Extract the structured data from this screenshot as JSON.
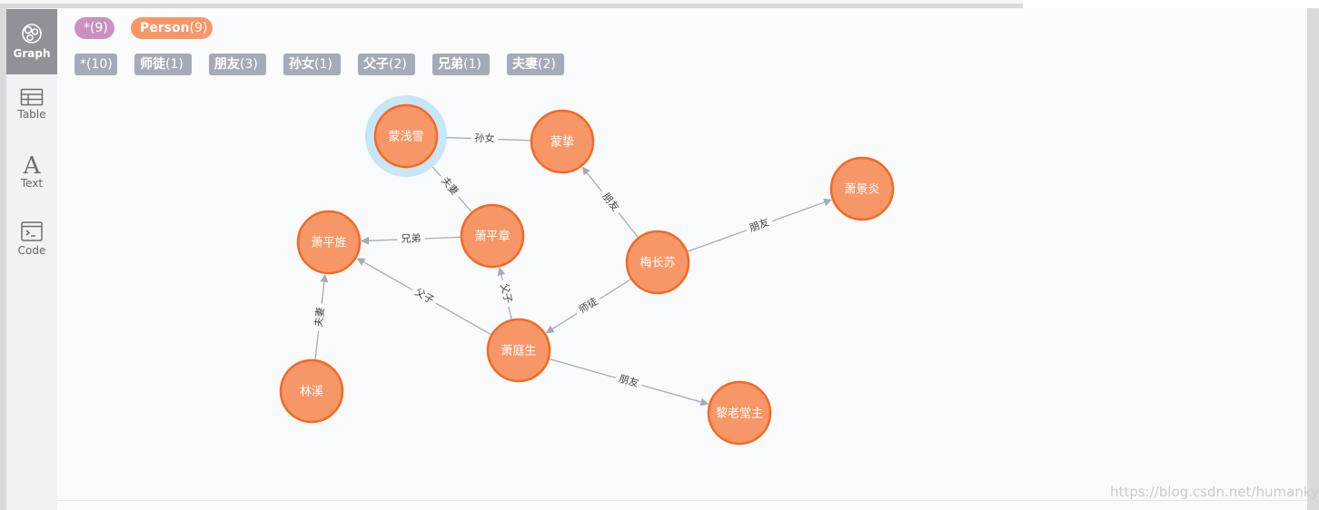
{
  "sidebar": {
    "items": [
      {
        "label": "Graph",
        "icon": "graph-icon",
        "active": true
      },
      {
        "label": "Table",
        "icon": "table-icon",
        "active": false
      },
      {
        "label": "Text",
        "icon": "text-icon",
        "active": false
      },
      {
        "label": "Code",
        "icon": "code-icon",
        "active": false
      }
    ]
  },
  "node_labels": [
    {
      "name": "*",
      "count": "(9)",
      "color": "#c990c0"
    },
    {
      "name": "Person",
      "count": "(9)",
      "color": "#f79767"
    }
  ],
  "relationship_types": [
    {
      "name": "*",
      "count": "(10)"
    },
    {
      "name": "师徒",
      "count": "(1)"
    },
    {
      "name": "朋友",
      "count": "(3)"
    },
    {
      "name": "孙女",
      "count": "(1)"
    },
    {
      "name": "父子",
      "count": "(2)"
    },
    {
      "name": "兄弟",
      "count": "(1)"
    },
    {
      "name": "夫妻",
      "count": "(2)"
    }
  ],
  "graph": {
    "node_fill": "#f79767",
    "node_stroke": "#f36924",
    "selected_halo": "#c7e6f7",
    "edge_color": "#a5abb6",
    "nodes": [
      {
        "id": "n1",
        "name": "蒙浅雪",
        "selected": true
      },
      {
        "id": "n2",
        "name": "蒙挚",
        "selected": false
      },
      {
        "id": "n3",
        "name": "萧景炎",
        "selected": false
      },
      {
        "id": "n4",
        "name": "萧平章",
        "selected": false
      },
      {
        "id": "n5",
        "name": "萧平旌",
        "selected": false
      },
      {
        "id": "n6",
        "name": "梅长苏",
        "selected": false
      },
      {
        "id": "n7",
        "name": "萧庭生",
        "selected": false
      },
      {
        "id": "n8",
        "name": "林溪",
        "selected": false
      },
      {
        "id": "n9",
        "name": "黎老堂主",
        "selected": false
      }
    ],
    "edges": [
      {
        "from": "n2",
        "to": "n1",
        "label": "孙女"
      },
      {
        "from": "n4",
        "to": "n1",
        "label": "夫妻"
      },
      {
        "from": "n6",
        "to": "n2",
        "label": "朋友"
      },
      {
        "from": "n6",
        "to": "n3",
        "label": "朋友"
      },
      {
        "from": "n4",
        "to": "n5",
        "label": "兄弟"
      },
      {
        "from": "n7",
        "to": "n4",
        "label": "父子"
      },
      {
        "from": "n7",
        "to": "n5",
        "label": "父子"
      },
      {
        "from": "n6",
        "to": "n7",
        "label": "师徒"
      },
      {
        "from": "n8",
        "to": "n5",
        "label": "夫妻"
      },
      {
        "from": "n7",
        "to": "n9",
        "label": "朋友"
      }
    ]
  },
  "watermark": "https://blog.csdn.net/humankyle"
}
